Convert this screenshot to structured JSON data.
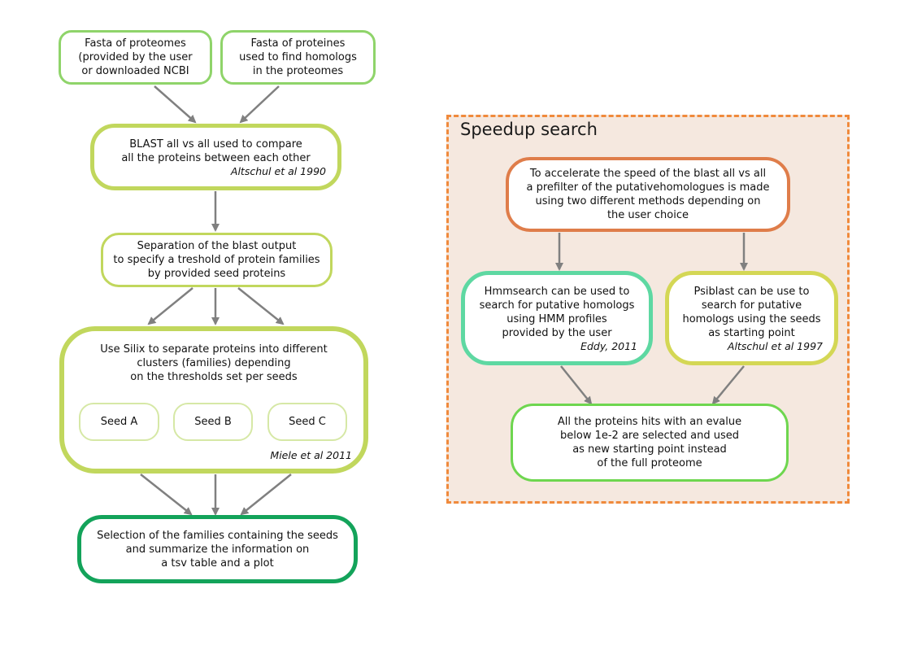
{
  "colors": {
    "light_green": "#8fd46a",
    "yellow_green": "#c1d75d",
    "dark_green": "#13a35a",
    "orange_box": "#df7d4a",
    "teal_box": "#5ed8a2",
    "yellow_box": "#d4d755",
    "bright_green": "#6ed64f",
    "panel_bg": "#f5e8df",
    "panel_border": "#f08a3c",
    "arrow": "#808080"
  },
  "main_flow": {
    "fasta_proteomes": "Fasta of proteomes\n(provided by the user\nor downloaded NCBI",
    "fasta_proteines": "Fasta of proteines\nused to find homologs\nin the proteomes",
    "blast": "BLAST all vs all used to compare\nall the proteins between each other",
    "blast_cite": "Altschul et al 1990",
    "separation": "Separation of the blast output\nto specify a treshold of protein families\nby provided seed proteins",
    "silix": "Use Silix to separate proteins into different\nclusters (families) depending\non the thresholds set per seeds",
    "silix_cite": "Miele et al 2011",
    "seeds": [
      "Seed A",
      "Seed B",
      "Seed C"
    ],
    "selection": "Selection of the families containing the seeds\nand summarize the information on\na tsv table and a plot"
  },
  "speedup": {
    "title": "Speedup search",
    "prefilter": "To accelerate the speed of the blast all vs all\na prefilter of the putativehomologues is made\nusing two different methods depending on\nthe user choice",
    "hmmsearch": "Hmmsearch can be used to\nsearch for putative homologs\nusing HMM profiles\nprovided by the user",
    "hmmsearch_cite": "Eddy, 2011",
    "psiblast": "Psiblast can be use to\nsearch for putative\nhomologs using the seeds\nas starting point",
    "psiblast_cite": "Altschul et al 1997",
    "hits": "All the proteins hits with an evalue\nbelow 1e-2 are selected and used\nas new starting point instead\nof the full proteome"
  }
}
